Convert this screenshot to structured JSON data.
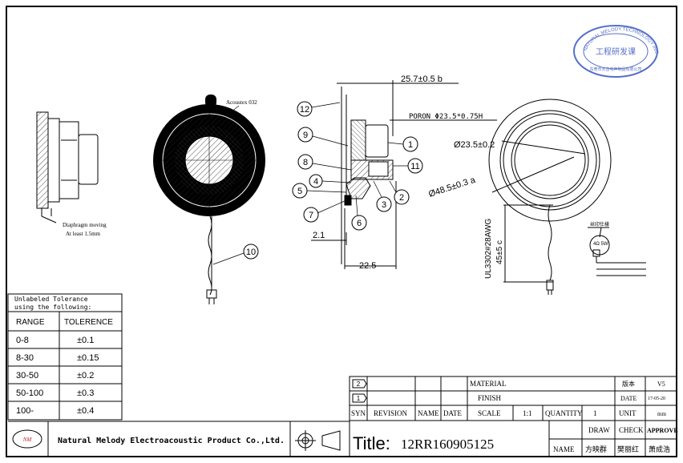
{
  "stamp": {
    "ring_text": "NATURAL MELODY TECHNOLOGY INC",
    "center_text": "工程研发课",
    "bottom_text": "东莞市大音电声制品有限公司",
    "color": "#5570c8"
  },
  "side_view": {
    "note_line1": "Diaphragm moving",
    "note_line2": "At least 1.5mm"
  },
  "front_view": {
    "material_label": "Acoustex 032"
  },
  "section_view": {
    "dim_height": "25.7±0.5  b",
    "poron_label": "PORON  Φ23.5*0.75H",
    "dim_small": "2.1",
    "dim_width": "22.5",
    "callouts": [
      "12",
      "9",
      "8",
      "4",
      "5",
      "7",
      "6",
      "3",
      "2",
      "11",
      "1",
      "10"
    ]
  },
  "back_view": {
    "dim_inner": "Ø23.5±0.2",
    "dim_outer": "Ø48.5±0.3 a",
    "wire_spec": "UL3302#28AWG",
    "wire_length": "45±5 c",
    "print_label": "丝印仕樣",
    "print_box_text": "4Ω 5W"
  },
  "tolerance_table": {
    "title_line1": "Unlabeled Tolerance",
    "title_line2": "using the following:",
    "headers": [
      "RANGE",
      "TOLERENCE"
    ],
    "rows": [
      [
        "0-8",
        "±0.1"
      ],
      [
        "8-30",
        "±0.15"
      ],
      [
        "30-50",
        "±0.2"
      ],
      [
        "50-100",
        "±0.3"
      ],
      [
        "100-",
        "±0.4"
      ]
    ]
  },
  "footer": {
    "logo_text": "NM",
    "company": "Natural Melody Electroacoustic Product Co.,Ltd."
  },
  "title_block": {
    "rev2": "2",
    "rev1": "1",
    "material_label": "MATERIAL",
    "finish_label": "FINISH",
    "version_label": "版本",
    "version_value": "V5",
    "date_label": "DATE",
    "date_value": "17-05-20",
    "syn": "SYN",
    "revision": "REVISION",
    "name": "NAME",
    "date": "DATE",
    "scale_label": "SCALE",
    "scale_value": "1:1",
    "quantity_label": "QUANTITY",
    "quantity_value": "1",
    "unit_label": "UNIT",
    "unit_value": "mm",
    "title_label": "Title:",
    "title_value": "12RR160905125",
    "draw_label": "DRAW",
    "check_label": "CHECK",
    "approve_label": "APPROVE",
    "name_label": "NAME",
    "draw_name": "方映群",
    "check_name": "樊丽红",
    "approve_name": "萧成浩"
  }
}
